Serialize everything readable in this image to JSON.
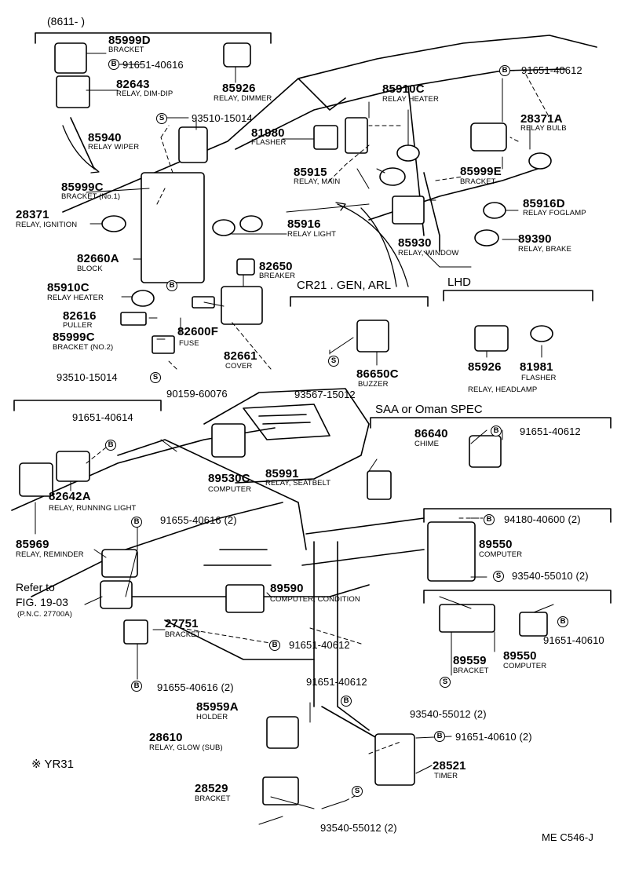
{
  "diagram": {
    "header_code": "(8611-        )",
    "ref_code": "ME C546-J",
    "markers": {
      "bolt": "B",
      "screw": "S"
    },
    "sections": {
      "cr21": "CR21 . GEN, ARL",
      "lhd": "LHD",
      "saa": "SAA or Oman SPEC",
      "yr31": "※ YR31"
    },
    "refer": {
      "line1": "Refer to",
      "line2": "FIG. 19-03",
      "line3": "(P.N.C. 27700A)"
    },
    "parts": [
      {
        "pn": "85999D",
        "name": "BRACKET"
      },
      {
        "pn": "82643",
        "name": "RELAY, DIM-DIP"
      },
      {
        "pn": "85926",
        "name": "RELAY, DIMMER"
      },
      {
        "pn": "85940",
        "name": "RELAY WIPER"
      },
      {
        "pn": "85910C",
        "name": "RELAY HEATER"
      },
      {
        "pn": "81980",
        "name": "FLASHER"
      },
      {
        "pn": "28371A",
        "name": "RELAY BULB"
      },
      {
        "pn": "85999C",
        "name": "BRACKET (No.1)"
      },
      {
        "pn": "28371",
        "name": "RELAY, IGNITION"
      },
      {
        "pn": "85915",
        "name": "RELAY, MAIN"
      },
      {
        "pn": "85999E",
        "name": "BRACKET"
      },
      {
        "pn": "85916D",
        "name": "RELAY FOGLAMP"
      },
      {
        "pn": "85916",
        "name": "RELAY LIGHT"
      },
      {
        "pn": "85930",
        "name": "RELAY, WINDOW"
      },
      {
        "pn": "89390",
        "name": "RELAY, BRAKE"
      },
      {
        "pn": "82660A",
        "name": "BLOCK"
      },
      {
        "pn": "82650",
        "name": "BREAKER"
      },
      {
        "pn": "85910C",
        "name": "RELAY HEATER"
      },
      {
        "pn": "82616",
        "name": "PULLER"
      },
      {
        "pn": "82600F",
        "name": "FUSE"
      },
      {
        "pn": "85999C",
        "name": "BRACKET (NO.2)"
      },
      {
        "pn": "82661",
        "name": "COVER"
      },
      {
        "pn": "86650C",
        "name": "BUZZER"
      },
      {
        "pn": "85926",
        "name": "RELAY, HEADLAMP"
      },
      {
        "pn": "81981",
        "name": "FLASHER"
      },
      {
        "pn": "86640",
        "name": "CHIME"
      },
      {
        "pn": "82642A",
        "name": "RELAY, RUNNING LIGHT"
      },
      {
        "pn": "89530C",
        "name": "COMPUTER"
      },
      {
        "pn": "85991",
        "name": "RELAY, SEATBELT"
      },
      {
        "pn": "85969",
        "name": "RELAY, REMINDER"
      },
      {
        "pn": "89550",
        "name": "COMPUTER"
      },
      {
        "pn": "89590",
        "name": "COMPUTER, CONDITION"
      },
      {
        "pn": "27751",
        "name": "BRACKET"
      },
      {
        "pn": "89559",
        "name": "BRACKET"
      },
      {
        "pn": "89550",
        "name": "COMPUTER"
      },
      {
        "pn": "85959A",
        "name": "HOLDER"
      },
      {
        "pn": "28610",
        "name": "RELAY, GLOW (SUB)"
      },
      {
        "pn": "28521",
        "name": "TIMER"
      },
      {
        "pn": "28529",
        "name": "BRACKET"
      }
    ],
    "fasteners": [
      "91651-40616",
      "91651-40612",
      "93510-15014",
      "93510-15014",
      "90159-60076",
      "93567-15012",
      "91651-40612",
      "91651-40614",
      "91655-40616 (2)",
      "94180-40600 (2)",
      "93540-55010 (2)",
      "91651-40612",
      "91651-40610",
      "91651-40612",
      "91655-40616 (2)",
      "93540-55012 (2)",
      "91651-40610 (2)",
      "93540-55012 (2)"
    ]
  }
}
